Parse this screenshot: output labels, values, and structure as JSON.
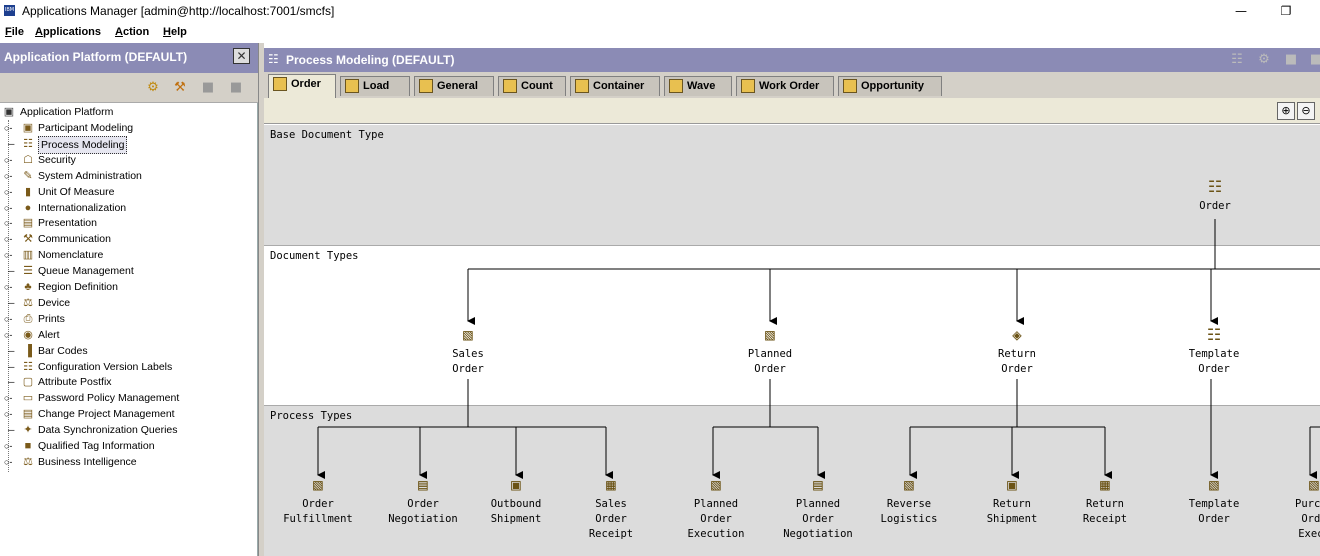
{
  "window": {
    "title": "Applications Manager [admin@http://localhost:7001/smcfs]",
    "app_icon": "IBM"
  },
  "menu": [
    {
      "label": "File",
      "mnemonic": "F",
      "rest": "ile"
    },
    {
      "label": "Applications",
      "mnemonic": "A",
      "rest": "pplications"
    },
    {
      "label": "Action",
      "mnemonic": "A",
      "rest": "ction"
    },
    {
      "label": "Help",
      "mnemonic": "H",
      "rest": "elp"
    }
  ],
  "left_panel": {
    "title": "Application Platform (DEFAULT)",
    "tree_root": "Application Platform",
    "items": [
      {
        "label": "Participant Modeling",
        "expander": true,
        "icon": "building-icon"
      },
      {
        "label": "Process Modeling",
        "expander": false,
        "icon": "process-icon",
        "selected": true
      },
      {
        "label": "Security",
        "expander": true,
        "icon": "security-icon"
      },
      {
        "label": "System Administration",
        "expander": true,
        "icon": "admin-icon"
      },
      {
        "label": "Unit Of Measure",
        "expander": true,
        "icon": "ruler-icon"
      },
      {
        "label": "Internationalization",
        "expander": true,
        "icon": "globe-icon"
      },
      {
        "label": "Presentation",
        "expander": true,
        "icon": "folder-icon"
      },
      {
        "label": "Communication",
        "expander": true,
        "icon": "tools-icon"
      },
      {
        "label": "Nomenclature",
        "expander": true,
        "icon": "book-icon"
      },
      {
        "label": "Queue Management",
        "expander": false,
        "icon": "queue-icon"
      },
      {
        "label": "Region Definition",
        "expander": true,
        "icon": "region-icon"
      },
      {
        "label": "Device",
        "expander": false,
        "icon": "device-icon"
      },
      {
        "label": "Prints",
        "expander": true,
        "icon": "printer-icon"
      },
      {
        "label": "Alert",
        "expander": true,
        "icon": "alert-icon"
      },
      {
        "label": "Bar Codes",
        "expander": false,
        "icon": "barcode-icon"
      },
      {
        "label": "Configuration Version Labels",
        "expander": false,
        "icon": "label-icon"
      },
      {
        "label": "Attribute Postfix",
        "expander": false,
        "icon": "attribute-icon"
      },
      {
        "label": "Password Policy Management",
        "expander": true,
        "icon": "password-icon"
      },
      {
        "label": "Change Project Management",
        "expander": true,
        "icon": "folder-icon"
      },
      {
        "label": "Data Synchronization Queries",
        "expander": false,
        "icon": "sync-icon"
      },
      {
        "label": "Qualified Tag Information",
        "expander": true,
        "icon": "tag-icon"
      },
      {
        "label": "Business Intelligence",
        "expander": true,
        "icon": "bi-icon"
      }
    ]
  },
  "right_panel": {
    "title": "Process Modeling (DEFAULT)",
    "tabs": [
      "Order",
      "Load",
      "General",
      "Count",
      "Container",
      "Wave",
      "Work Order",
      "Opportunity"
    ],
    "active_tab": "Order",
    "bands": {
      "base": "Base Document Type",
      "doc_types": "Document Types",
      "process_types": "Process Types"
    },
    "base_node": {
      "label": "Order",
      "icon": "document-type-icon"
    },
    "document_types": [
      {
        "label": "Sales\nOrder",
        "icon": "cart-icon"
      },
      {
        "label": "Planned\nOrder",
        "icon": "cart-icon"
      },
      {
        "label": "Return\nOrder",
        "icon": "return-box-icon"
      },
      {
        "label": "Template\nOrder",
        "icon": "template-icon"
      }
    ],
    "process_types": [
      {
        "label": "Order\nFulfillment",
        "icon": "cart-icon"
      },
      {
        "label": "Order\nNegotiation",
        "icon": "negotiation-icon"
      },
      {
        "label": "Outbound\nShipment",
        "icon": "truck-icon"
      },
      {
        "label": "Sales\nOrder\nReceipt",
        "icon": "package-icon"
      },
      {
        "label": "Planned\nOrder\nExecution",
        "icon": "cart-icon"
      },
      {
        "label": "Planned\nOrder\nNegotiation",
        "icon": "negotiation-icon"
      },
      {
        "label": "Reverse\nLogistics",
        "icon": "cart-icon"
      },
      {
        "label": "Return\nShipment",
        "icon": "truck-icon"
      },
      {
        "label": "Return\nReceipt",
        "icon": "package-icon"
      },
      {
        "label": "Template\nOrder",
        "icon": "cart-icon"
      },
      {
        "label": "Purcha\nOrde\nExecu",
        "icon": "cart-icon"
      }
    ]
  }
}
